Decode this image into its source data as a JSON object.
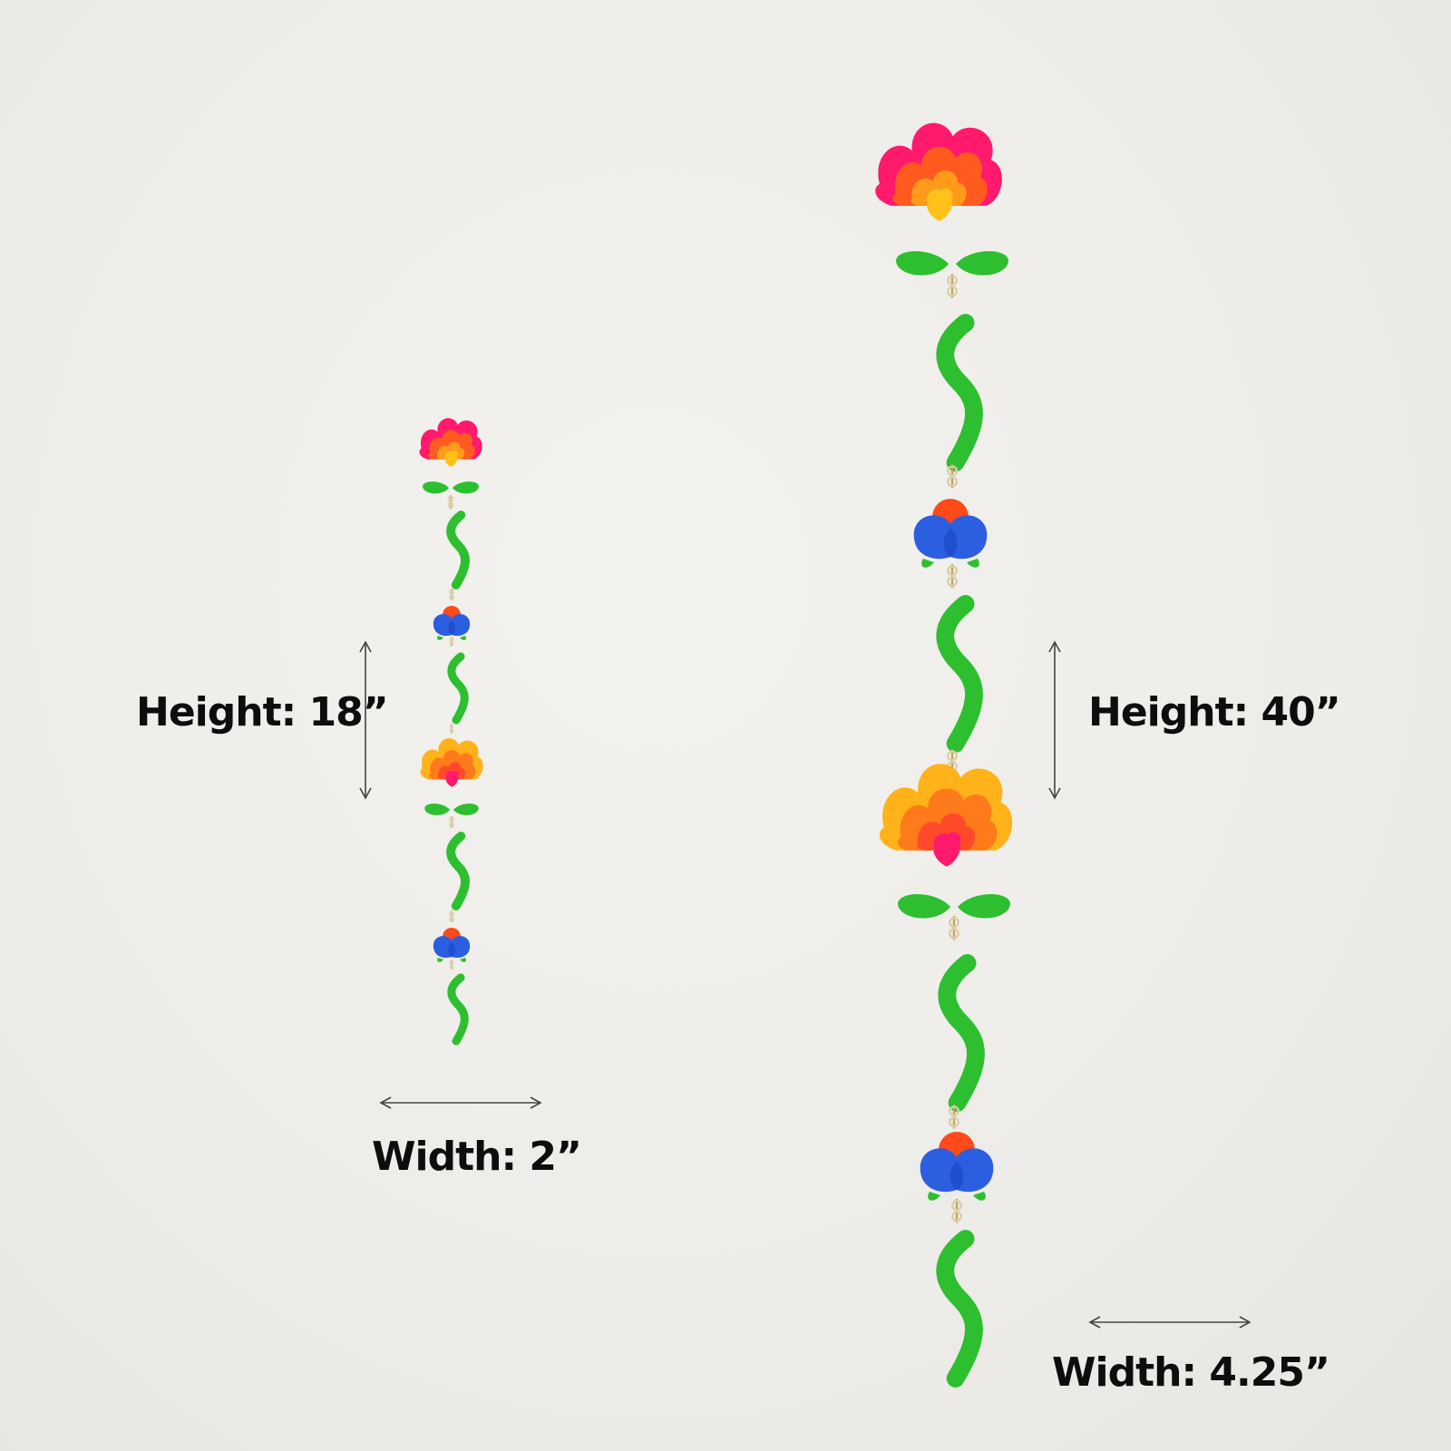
{
  "photo": {
    "background": "#efeeea",
    "colors": {
      "green": "#2dbf2f",
      "pink": "#ff1a6e",
      "orange": "#ff6a1a",
      "yellow": "#ffb21a",
      "blue": "#2c5ee0",
      "red": "#ff3b2a",
      "arrow": "#444444"
    }
  },
  "small_garland": {
    "height_label": "Height: 18”",
    "width_label": "Width: 2”"
  },
  "large_garland": {
    "height_label": "Height: 40”",
    "width_label": "Width: 4.25”"
  }
}
